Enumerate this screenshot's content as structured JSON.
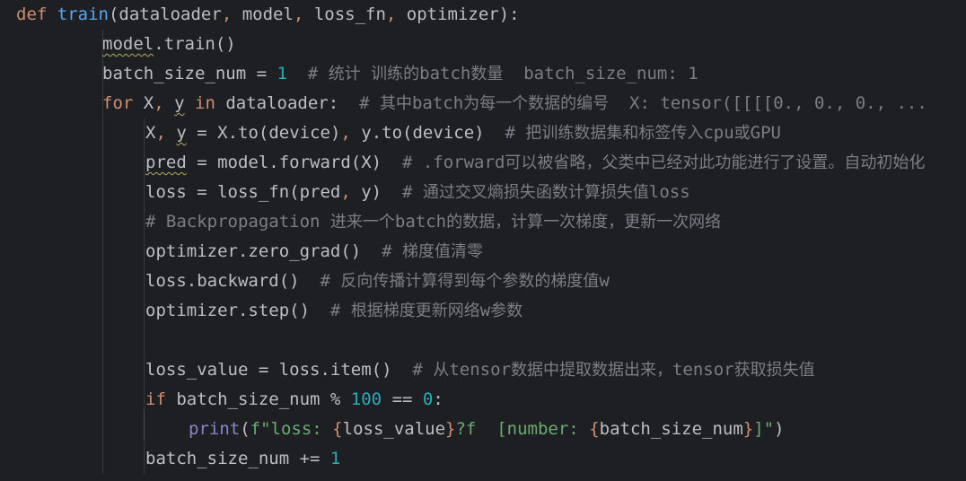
{
  "lines": [
    {
      "indent": 0,
      "tokens": [
        {
          "t": "def",
          "c": "kw"
        },
        {
          "t": " ",
          "c": ""
        },
        {
          "t": "train",
          "c": "fn"
        },
        {
          "t": "(dataloader",
          "c": "param"
        },
        {
          "t": ",",
          "c": "kw"
        },
        {
          "t": " model",
          "c": "param"
        },
        {
          "t": ",",
          "c": "kw"
        },
        {
          "t": " loss_fn",
          "c": "param"
        },
        {
          "t": ",",
          "c": "kw"
        },
        {
          "t": " optimizer):",
          "c": "param"
        }
      ]
    },
    {
      "indent": 1,
      "tokens": [
        {
          "t": "model",
          "c": "sq"
        },
        {
          "t": ".train()",
          "c": ""
        }
      ]
    },
    {
      "indent": 1,
      "tokens": [
        {
          "t": "batch_size_num = ",
          "c": ""
        },
        {
          "t": "1",
          "c": "num"
        },
        {
          "t": "  # 统计 训练的batch数量  batch_size_num: 1",
          "c": "cmt"
        }
      ]
    },
    {
      "indent": 1,
      "tokens": [
        {
          "t": "for",
          "c": "kw"
        },
        {
          "t": " X",
          "c": ""
        },
        {
          "t": ",",
          "c": "kw"
        },
        {
          "t": " ",
          "c": ""
        },
        {
          "t": "y",
          "c": "sq"
        },
        {
          "t": " ",
          "c": ""
        },
        {
          "t": "in",
          "c": "kw"
        },
        {
          "t": " dataloader:",
          "c": ""
        },
        {
          "t": "  # 其中batch为每一个数据的编号  X: tensor([[[[0., 0., 0., ...",
          "c": "cmt"
        }
      ]
    },
    {
      "indent": 2,
      "tokens": [
        {
          "t": "X",
          "c": ""
        },
        {
          "t": ",",
          "c": "kw"
        },
        {
          "t": " ",
          "c": ""
        },
        {
          "t": "y",
          "c": "sq"
        },
        {
          "t": " = X.to(device)",
          "c": ""
        },
        {
          "t": ",",
          "c": "kw"
        },
        {
          "t": " y.to(device)",
          "c": ""
        },
        {
          "t": "  # 把训练数据集和标签传入cpu或GPU",
          "c": "cmt"
        }
      ]
    },
    {
      "indent": 2,
      "tokens": [
        {
          "t": "pred",
          "c": "sq"
        },
        {
          "t": " = model.forward(X)",
          "c": ""
        },
        {
          "t": "  # .forward可以被省略，父类中已经对此功能进行了设置。自动初始化",
          "c": "cmt"
        }
      ]
    },
    {
      "indent": 2,
      "tokens": [
        {
          "t": "loss = loss_fn(pred",
          "c": ""
        },
        {
          "t": ",",
          "c": "kw"
        },
        {
          "t": " y)",
          "c": ""
        },
        {
          "t": "  # 通过交叉熵损失函数计算损失值loss",
          "c": "cmt"
        }
      ]
    },
    {
      "indent": 2,
      "tokens": [
        {
          "t": "# Backpropagation 进来一个batch的数据，计算一次梯度，更新一次网络",
          "c": "cmt"
        }
      ]
    },
    {
      "indent": 2,
      "tokens": [
        {
          "t": "optimizer.zero_grad()",
          "c": ""
        },
        {
          "t": "  # 梯度值清零",
          "c": "cmt"
        }
      ]
    },
    {
      "indent": 2,
      "tokens": [
        {
          "t": "loss.backward()",
          "c": ""
        },
        {
          "t": "  # 反向传播计算得到每个参数的梯度值w",
          "c": "cmt"
        }
      ]
    },
    {
      "indent": 2,
      "tokens": [
        {
          "t": "optimizer.step()",
          "c": ""
        },
        {
          "t": "  # 根据梯度更新网络w参数",
          "c": "cmt"
        }
      ]
    },
    {
      "indent": 2,
      "tokens": []
    },
    {
      "indent": 2,
      "tokens": [
        {
          "t": "loss_value = loss.item()",
          "c": ""
        },
        {
          "t": "  # 从tensor数据中提取数据出来，tensor获取损失值",
          "c": "cmt"
        }
      ]
    },
    {
      "indent": 2,
      "tokens": [
        {
          "t": "if",
          "c": "kw"
        },
        {
          "t": " batch_size_num % ",
          "c": ""
        },
        {
          "t": "100",
          "c": "num"
        },
        {
          "t": " == ",
          "c": ""
        },
        {
          "t": "0",
          "c": "num"
        },
        {
          "t": ":",
          "c": ""
        }
      ]
    },
    {
      "indent": 3,
      "tokens": [
        {
          "t": "print",
          "c": "builtin"
        },
        {
          "t": "(",
          "c": ""
        },
        {
          "t": "f\"loss: ",
          "c": "str"
        },
        {
          "t": "{",
          "c": "fstr-brace"
        },
        {
          "t": "loss_value",
          "c": ""
        },
        {
          "t": "}",
          "c": "fstr-brace"
        },
        {
          "t": "?f  [number: ",
          "c": "str"
        },
        {
          "t": "{",
          "c": "fstr-brace"
        },
        {
          "t": "batch_size_num",
          "c": ""
        },
        {
          "t": "}",
          "c": "fstr-brace"
        },
        {
          "t": "]\"",
          "c": "str"
        },
        {
          "t": ")",
          "c": ""
        }
      ]
    },
    {
      "indent": 2,
      "tokens": [
        {
          "t": "batch_size_num += ",
          "c": ""
        },
        {
          "t": "1",
          "c": "num"
        }
      ]
    }
  ],
  "theme": {
    "background": "#1e1f22",
    "default_text": "#bcbec4",
    "keyword": "#cf8e6d",
    "function": "#56a8f5",
    "number": "#2aacb8",
    "string": "#6aab73",
    "comment": "#7a7e85",
    "builtin": "#8888c6"
  }
}
